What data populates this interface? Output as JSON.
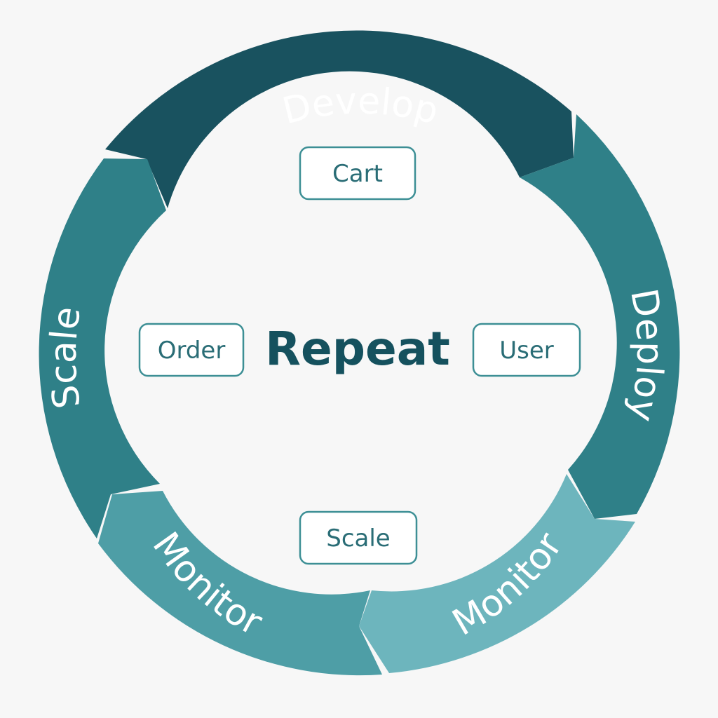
{
  "center": {
    "title": "Repeat"
  },
  "segments": [
    {
      "id": "develop",
      "label": "Develop",
      "color": "#19525f"
    },
    {
      "id": "deploy",
      "label": "Deploy",
      "color": "#2f8088"
    },
    {
      "id": "monitor-right",
      "label": "Monitor",
      "color": "#6db5bd"
    },
    {
      "id": "monitor-left",
      "label": "Monitor",
      "color": "#4e9ea6"
    },
    {
      "id": "scale",
      "label": "Scale",
      "color": "#2f8088"
    }
  ],
  "nodes": [
    {
      "id": "cart",
      "label": "Cart"
    },
    {
      "id": "order",
      "label": "Order"
    },
    {
      "id": "user",
      "label": "User"
    },
    {
      "id": "scale",
      "label": "Scale"
    }
  ],
  "colors": {
    "background": "#f7f7f7",
    "node_border": "#3d8f95",
    "center_text": "#15515e"
  }
}
